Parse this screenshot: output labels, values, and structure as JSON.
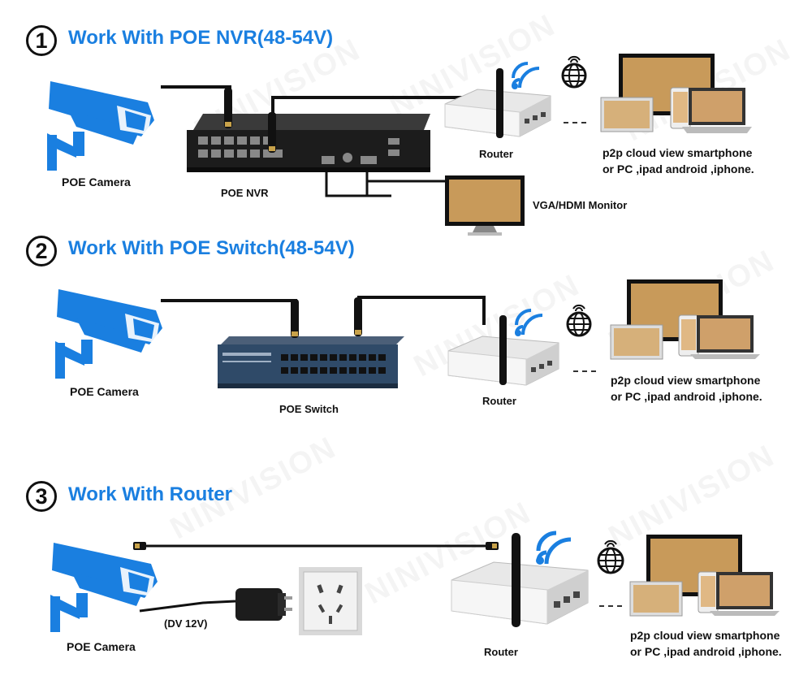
{
  "colors": {
    "accent": "#1a7fe0",
    "camera": "#1a7fe0",
    "cable": "#111111"
  },
  "watermark": "NINIVISION",
  "sections": [
    {
      "number": "1",
      "title": "Work With POE NVR(48-54V)",
      "camera_label": "POE Camera",
      "hub_label": "POE NVR",
      "router_label": "Router",
      "monitor_label": "VGA/HDMI Monitor",
      "p2p_line1": "p2p cloud view smartphone",
      "p2p_line2": "or PC ,ipad android ,iphone."
    },
    {
      "number": "2",
      "title": "Work With POE Switch(48-54V)",
      "camera_label": "POE Camera",
      "hub_label": "POE Switch",
      "router_label": "Router",
      "p2p_line1": "p2p cloud view smartphone",
      "p2p_line2": "or PC ,ipad android ,iphone."
    },
    {
      "number": "3",
      "title": "Work With Router",
      "camera_label": "POE Camera",
      "power_label": "(DV 12V)",
      "router_label": "Router",
      "p2p_line1": "p2p cloud view smartphone",
      "p2p_line2": "or PC ,ipad android ,iphone."
    }
  ]
}
